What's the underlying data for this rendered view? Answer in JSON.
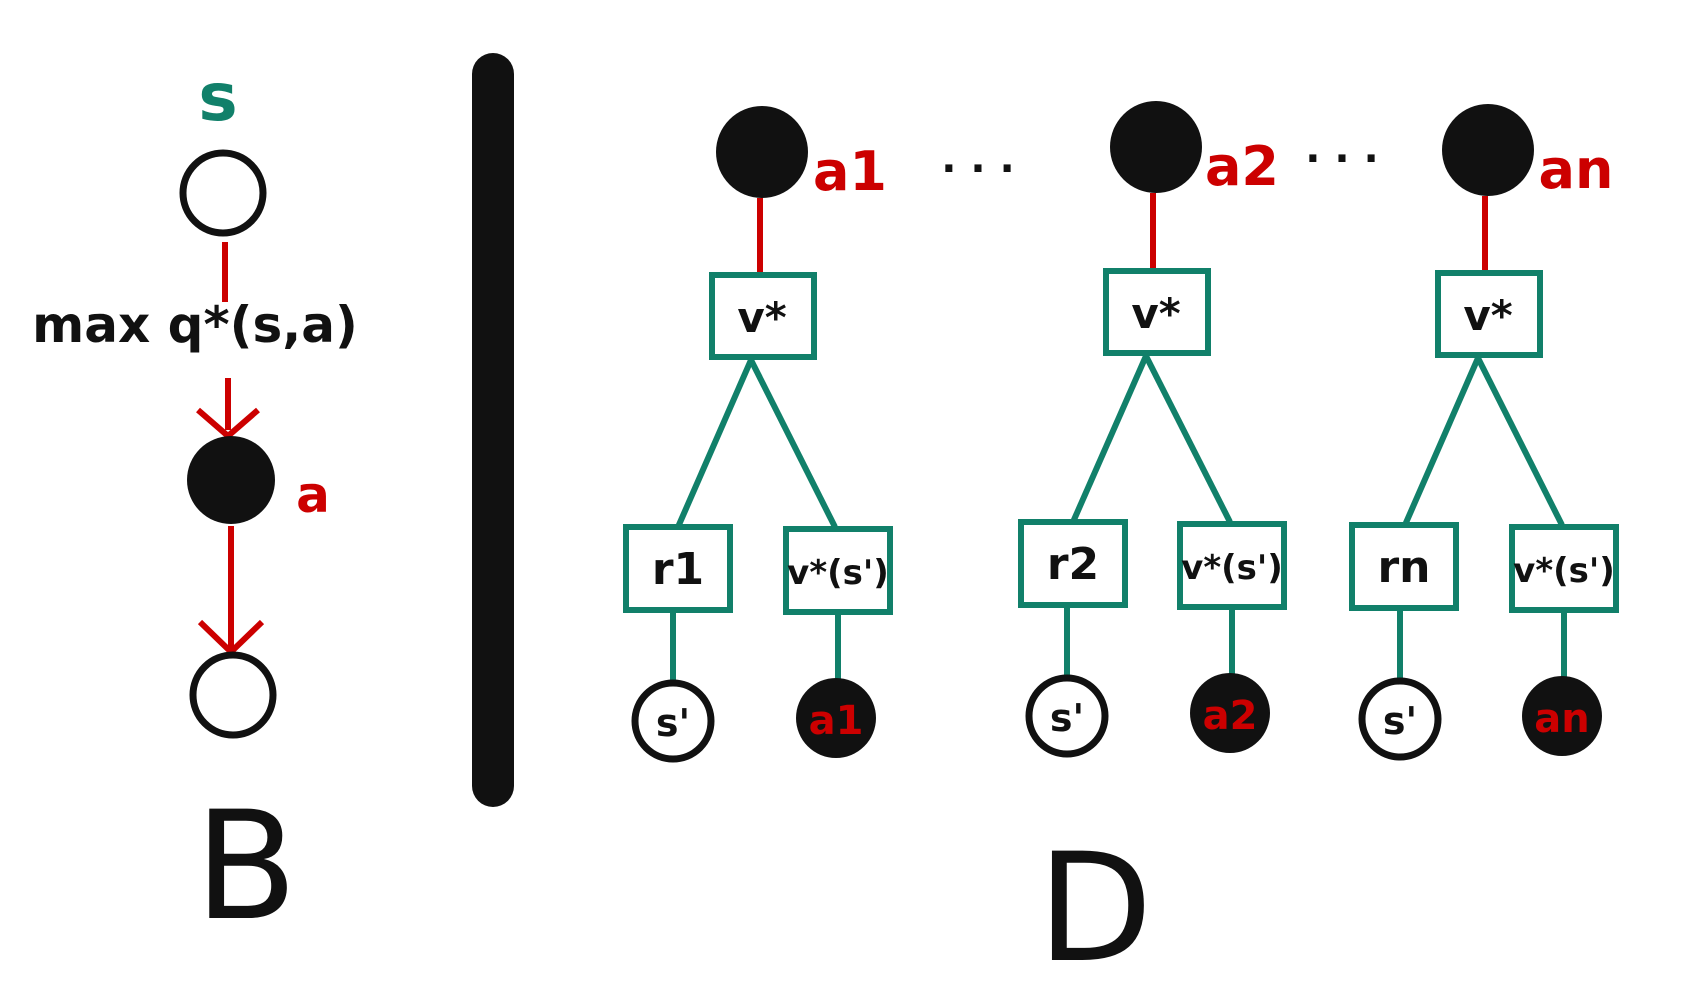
{
  "colors": {
    "green": "#11806a",
    "red": "#cc0000",
    "black": "#111111"
  },
  "left": {
    "state_label": "s",
    "edge_label": "max q*(s,a)",
    "action_label": "a",
    "caption": "B"
  },
  "right": {
    "caption": "D",
    "ellipsis": ". . .",
    "trees": [
      {
        "action": "a1",
        "value_box": "v*",
        "reward_box": "r1",
        "next_value_box": "v*(s')",
        "next_state": "s'",
        "leaf_action": "a1"
      },
      {
        "action": "a2",
        "value_box": "v*",
        "reward_box": "r2",
        "next_value_box": "v*(s')",
        "next_state": "s'",
        "leaf_action": "a2"
      },
      {
        "action": "an",
        "value_box": "v*",
        "reward_box": "rn",
        "next_value_box": "v*(s')",
        "next_state": "s'",
        "leaf_action": "an"
      }
    ]
  }
}
